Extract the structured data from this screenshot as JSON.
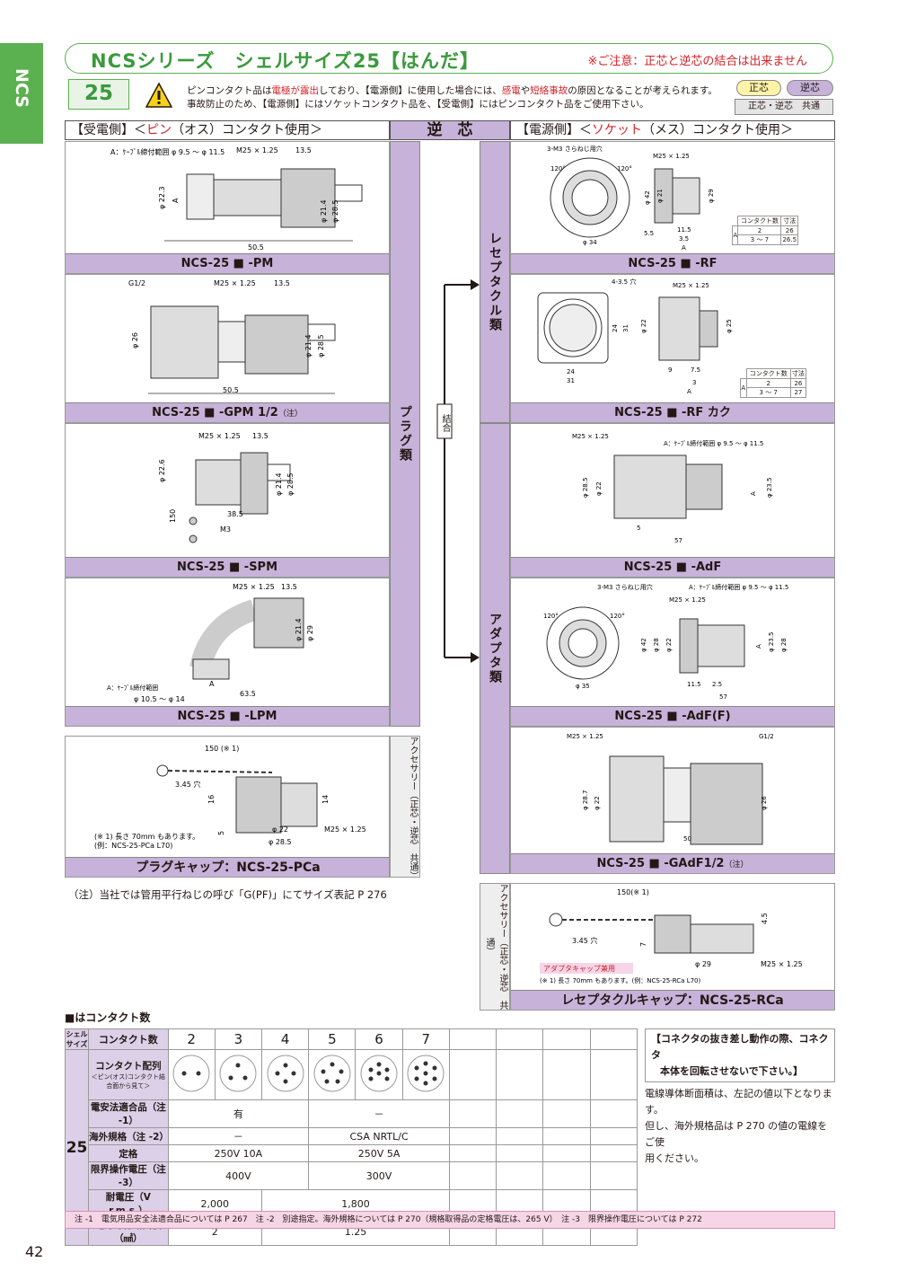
{
  "side_tab": "NCS",
  "title": "NCSシリーズ　シェルサイズ25【はんだ】",
  "title_warning": "※ご注意：正芯と逆芯の結合は出来ません",
  "shell_size": "25",
  "warning_line1_a": "ピンコンタクト品は",
  "warning_line1_b": "電極が露出",
  "warning_line1_c": "しており、【電源側】に使用した場合には、",
  "warning_line1_d": "感電",
  "warning_line1_e": "や",
  "warning_line1_f": "短絡事故",
  "warning_line1_g": "の原因となることが考えられます。",
  "warning_line2": "事故防止のため、【電源側】にはソケットコンタクト品を、【受電側】にはピンコンタクト品をご使用下さい。",
  "chips": {
    "sei": "正芯",
    "gyaku": "逆芯",
    "common": "正芯・逆芯　共通"
  },
  "headers": {
    "left_a": "【受電側】＜",
    "left_accent": "ピン",
    "left_b": "（オス）コンタクト使用＞",
    "middle": "逆　芯",
    "right_a": "【電源側】＜",
    "right_accent": "ソケット",
    "right_b": "（メス）コンタクト使用＞"
  },
  "left_products": [
    {
      "name": "NCS-25 ■ -PM",
      "note": ""
    },
    {
      "name": "NCS-25 ■ -GPM 1/2",
      "note": "（注）"
    },
    {
      "name": "NCS-25 ■ -SPM",
      "note": ""
    },
    {
      "name": "NCS-25 ■ -LPM",
      "note": ""
    }
  ],
  "right_products": [
    {
      "name": "NCS-25 ■ -RF",
      "note": ""
    },
    {
      "name": "NCS-25 ■ -RF カク",
      "note": ""
    },
    {
      "name": "NCS-25 ■ -AdF",
      "note": ""
    },
    {
      "name": "NCS-25 ■ -AdF(F)",
      "note": ""
    },
    {
      "name": "NCS-25 ■ -GAdF1/2",
      "note": "（注）"
    }
  ],
  "vertical_labels": {
    "plug": "プラグ類",
    "receptacle": "レセプタクル類",
    "adapter": "アダプタ類",
    "join": "結合",
    "accessory_left": "アクセサリー（正芯・逆芯　共通）",
    "accessory_right": "アクセサリー（正芯・逆芯　共通）"
  },
  "dims": {
    "pm": {
      "cable": "A：ｹｰﾌﾞﾙ締付範囲 φ 9.5 ～ φ 11.5",
      "m": "M25 × 1.25",
      "d1": "13.5",
      "len": "50.5",
      "dia1": "φ 22.3",
      "a": "A",
      "dia2": "φ 21.4",
      "dia3": "φ 28.5"
    },
    "gpm": {
      "g": "G1/2",
      "m": "M25 × 1.25",
      "d1": "13.5",
      "len": "50.5",
      "dia1": "φ 26",
      "dia2": "φ 21.4",
      "dia3": "φ 28.5"
    },
    "spm": {
      "m": "M25 × 1.25",
      "d1": "13.5",
      "dia1": "φ 22.6",
      "dia2": "φ 21.4",
      "dia3": "φ 28.5",
      "len": "38.5",
      "h": "150",
      "m3": "M3"
    },
    "lpm": {
      "m": "M25 × 1.25",
      "d1": "13.5",
      "dia1": "φ 21.4",
      "dia2": "φ 29",
      "a": "A",
      "cable1": "A：ｹｰﾌﾞﾙ締付範囲",
      "cable2": "φ 10.5 ～ φ 14",
      "len": "63.5"
    },
    "rf": {
      "holes": "3-M3 さらねじ用穴",
      "ang1": "120°",
      "ang2": "120°",
      "m": "M25 × 1.25",
      "dia1": "φ 42",
      "dia2": "φ 21",
      "dia3": "φ 29",
      "dia4": "φ 34",
      "d1": "5.5",
      "d2": "11.5",
      "d3": "3.5",
      "a": "A"
    },
    "rfk": {
      "holes": "4-3.5 穴",
      "m": "M25 × 1.25",
      "d24": "24",
      "d31": "31",
      "dia1": "φ 22",
      "dia2": "φ 25",
      "d9": "9",
      "d75": "7.5",
      "d3": "3",
      "a": "A",
      "v24": "24",
      "v31": "31"
    },
    "adf": {
      "m": "M25 × 1.25",
      "cable": "A：ｹｰﾌﾞﾙ締付範囲 φ 9.5 ～ φ 11.5",
      "dia1": "φ 28.5",
      "dia2": "φ 22",
      "a": "A",
      "dia3": "φ 23.5",
      "d5": "5",
      "len": "57"
    },
    "adff": {
      "holes": "3-M3 さらねじ用穴",
      "cable": "A：ｹｰﾌﾞﾙ締付範囲 φ 9.5 ～ φ 11.5",
      "m": "M25 × 1.25",
      "ang1": "120°",
      "ang2": "120°",
      "dia1": "φ 42",
      "dia2": "φ 28",
      "dia3": "φ 22",
      "dia4": "φ 35",
      "a": "A",
      "dia5": "φ 23.5",
      "dia6": "φ 28",
      "d1": "11.5",
      "d2": "2.5",
      "len": "57"
    },
    "gadf": {
      "m": "M25 × 1.25",
      "g": "G1/2",
      "dia1": "φ 28.7",
      "dia2": "φ 22",
      "dia3": "φ 26",
      "len": "50"
    },
    "capl": {
      "len": "150 (※ 1)",
      "hole": "3.45 穴",
      "d16": "16",
      "d14": "14",
      "d5": "5",
      "dia1": "φ 22",
      "dia2": "φ 28.5",
      "m": "M25 × 1.25",
      "note1": "(※ 1) 長さ 70mm もあります。",
      "note2": "(例：NCS-25-PCa L70)"
    },
    "capr": {
      "len": "150(※ 1)",
      "hole": "3.45 穴",
      "d7": "7",
      "d45": "4.5",
      "dia": "φ 29",
      "m": "M25 × 1.25",
      "tag": "アダプタキャップ兼用",
      "note": "(※ 1) 長さ 70mm もあります。(例：NCS-25-RCa L70)"
    }
  },
  "mini_tables": {
    "rf": {
      "h1": "コンタクト数",
      "h2": "寸法",
      "a": "A",
      "r1": [
        "2",
        "26"
      ],
      "r2": [
        "3 ～ 7",
        "26.5"
      ]
    },
    "rfk": {
      "h1": "コンタクト数",
      "h2": "寸法",
      "a": "A",
      "r1": [
        "2",
        "26"
      ],
      "r2": [
        "3 ～ 7",
        "27"
      ]
    }
  },
  "plug_cap": "プラグキャップ：NCS-25-PCa",
  "receptacle_cap": "レセプタクルキャップ：NCS-25-RCa",
  "note_left": "（注）当社では管用平行ねじの呼び「G(PF)」にてサイズ表記 P 276",
  "legend": "■はコンタクト数",
  "spec": {
    "h_shell": "シェルサイズ",
    "h_contacts": "コンタクト数",
    "counts": [
      "2",
      "3",
      "4",
      "5",
      "6",
      "7"
    ],
    "size": "25",
    "row_layout": "コンタクト配列",
    "row_layout_sub": "＜ピン(オス)コンタクト結合面から見て＞",
    "row_pse": "電安法適合品（注 -1）",
    "pse_a": "有",
    "pse_b": "－",
    "row_overseas": "海外規格（注 -2）",
    "overseas_a": "－",
    "overseas_b": "CSA NRTL/C",
    "row_rating": "定格",
    "rating_a": "250V 10A",
    "rating_b": "250V 5A",
    "row_limit": "限界操作電圧（注 -3）",
    "limit_a": "400V",
    "limit_b": "300V",
    "row_withstand": "耐電圧（V r.m.s.）",
    "withstand_a": "2,000",
    "withstand_b": "1,800",
    "row_wire": "電線導体断面積（㎟）",
    "wire_a": "2",
    "wire_b": "1.25"
  },
  "side_note": {
    "box1": "【コネクタの抜き差し動作の際、コネクタ",
    "box2": "本体を回転させないで下さい。】",
    "t1": "電線導体断面積は、左記の値以下となります。",
    "t2": "但し、海外規格品は P 270 の値の電線をご使",
    "t3": "用ください。"
  },
  "footer": "注 -1　電気用品安全法適合品については P 267　注 -2　別途指定。海外規格については P 270（規格取得品の定格電圧は、265 V）　注 -3　限界操作電圧については P 272",
  "page_number": "42"
}
